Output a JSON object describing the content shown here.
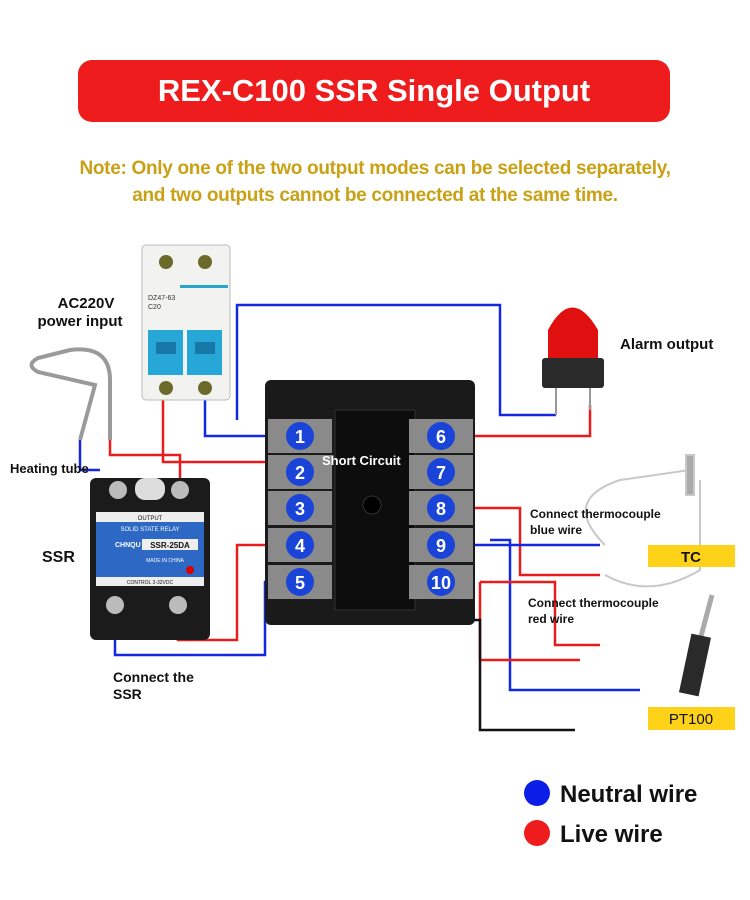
{
  "title": "REX-C100 SSR Single Output",
  "note": {
    "line1": "Note: Only one of the two output modes can be selected separately,",
    "line2": "and two outputs cannot be connected at the same time."
  },
  "labels": {
    "power_line1": "AC220V",
    "power_line2": "power input",
    "heating_tube": "Heating tube",
    "ssr": "SSR",
    "alarm": "Alarm output",
    "short_circuit": "Short Circuit",
    "tc_blue_line1": "Connect thermocouple",
    "tc_blue_line2": "blue wire",
    "tc_red_line1": "Connect thermocouple",
    "tc_red_line2": "red wire",
    "connect_ssr_line1": "Connect the",
    "connect_ssr_line2": "SSR",
    "tc": "TC",
    "pt100": "PT100"
  },
  "breaker": {
    "model": "DZ47-63",
    "rating": "C20"
  },
  "ssr_device": {
    "brand": "CHNQU",
    "type": "SOLID STATE RELAY",
    "model": "SSR-25DA",
    "output": "OUTPUT",
    "control": "CONTROL 3-32VDC",
    "made_in": "MADE IN CHINA"
  },
  "terminals": {
    "left": [
      "1",
      "2",
      "3",
      "4",
      "5"
    ],
    "right": [
      "6",
      "7",
      "8",
      "9",
      "10"
    ]
  },
  "legend": [
    {
      "label": "Neutral wire",
      "color": "#0b1ee8"
    },
    {
      "label": "Live wire",
      "color": "#ee1c1c"
    }
  ],
  "colors": {
    "neutral": "#1428e0",
    "live": "#e81c1c",
    "note": "#c9a114",
    "sensor_box": "#ffd21a"
  }
}
